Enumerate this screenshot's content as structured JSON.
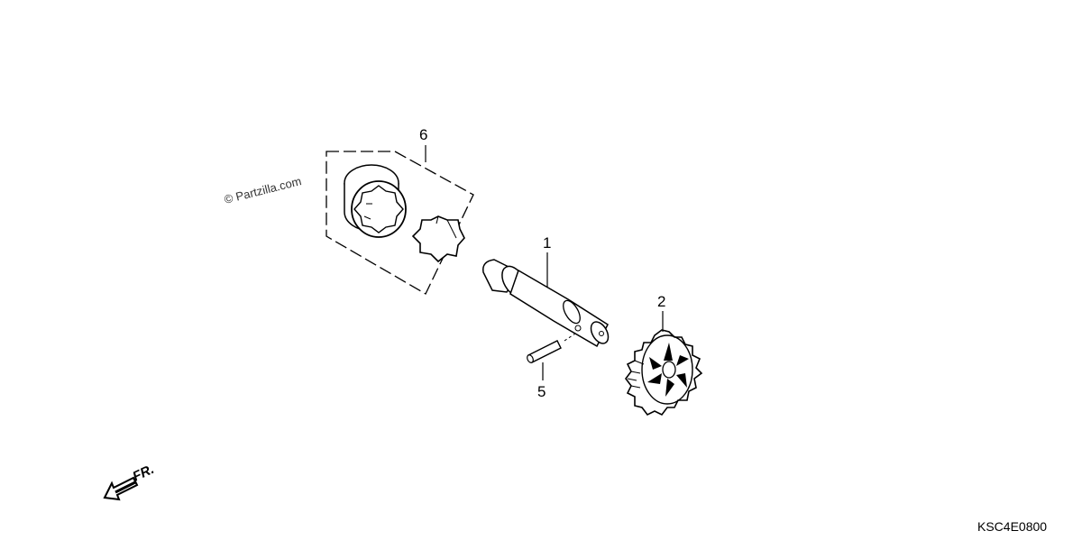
{
  "watermark": {
    "text": "© Partzilla.com"
  },
  "drawing_code": "KSC4E0800",
  "direction_label": "FR.",
  "callouts": [
    {
      "id": "6",
      "label": "6",
      "part": "oil-pump-rotor-set"
    },
    {
      "id": "1",
      "label": "1",
      "part": "oil-pump-shaft"
    },
    {
      "id": "2",
      "label": "2",
      "part": "oil-pump-drive-gear"
    },
    {
      "id": "5",
      "label": "5",
      "part": "dowel-pin"
    }
  ],
  "colors": {
    "line": "#000000",
    "background": "#ffffff"
  },
  "icons": {
    "direction_arrow": "front-direction-arrow-icon"
  }
}
